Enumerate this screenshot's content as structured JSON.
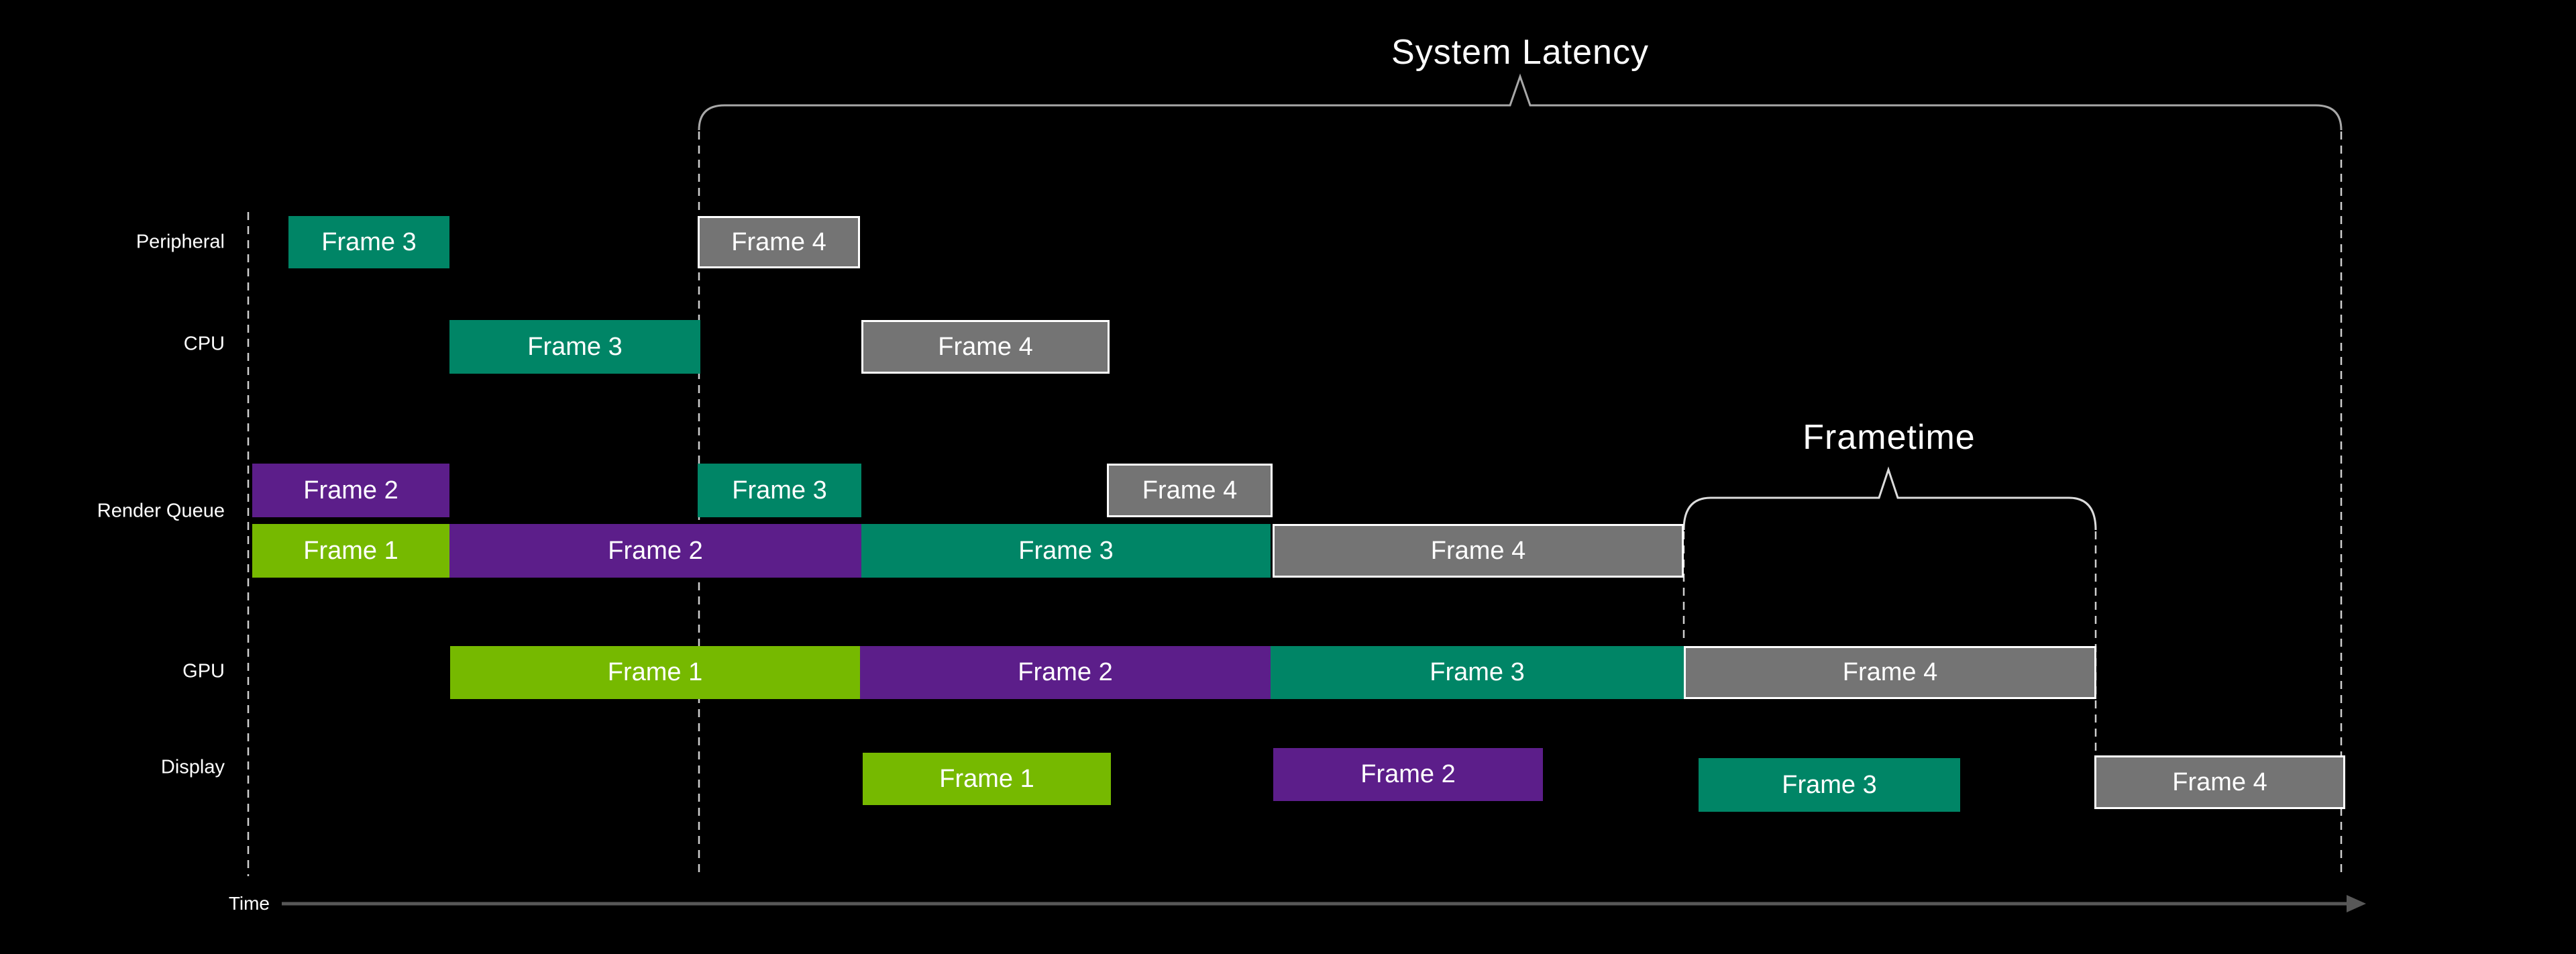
{
  "titles": {
    "system_latency": "System Latency",
    "frametime": "Frametime"
  },
  "time_axis": {
    "label": "Time"
  },
  "colors": {
    "background": "#000000",
    "text": "#ffffff",
    "frame1": "#76b900",
    "frame2": "#5c1e8a",
    "frame3": "#008566",
    "frame4": "#747474",
    "frame4_border": "#ffffff",
    "system_bracket": "#a8a8a8",
    "frametime_bracket": "#dcdcdc",
    "guide": "#cfcfcf",
    "axis": "#585858"
  },
  "rows": [
    {
      "label": "Peripheral",
      "bars": [
        {
          "label": "Frame 3",
          "color": "frame3"
        },
        {
          "label": "Frame 4",
          "color": "frame4"
        }
      ]
    },
    {
      "label": "CPU",
      "bars": [
        {
          "label": "Frame 3",
          "color": "frame3"
        },
        {
          "label": "Frame 4",
          "color": "frame4"
        }
      ]
    },
    {
      "label": "Render Queue",
      "bars": [
        {
          "label": "Frame 2",
          "color": "frame2"
        },
        {
          "label": "Frame 3",
          "color": "frame3"
        },
        {
          "label": "Frame 4",
          "color": "frame4"
        },
        {
          "label": "Frame 1",
          "color": "frame1"
        },
        {
          "label": "Frame 2",
          "color": "frame2"
        },
        {
          "label": "Frame 3",
          "color": "frame3"
        },
        {
          "label": "Frame 4",
          "color": "frame4"
        }
      ]
    },
    {
      "label": "GPU",
      "bars": [
        {
          "label": "Frame 1",
          "color": "frame1"
        },
        {
          "label": "Frame 2",
          "color": "frame2"
        },
        {
          "label": "Frame 3",
          "color": "frame3"
        },
        {
          "label": "Frame 4",
          "color": "frame4"
        }
      ]
    },
    {
      "label": "Display",
      "bars": [
        {
          "label": "Frame 1",
          "color": "frame1"
        },
        {
          "label": "Frame 2",
          "color": "frame2"
        },
        {
          "label": "Frame 3",
          "color": "frame3"
        },
        {
          "label": "Frame 4",
          "color": "frame4"
        }
      ]
    }
  ]
}
